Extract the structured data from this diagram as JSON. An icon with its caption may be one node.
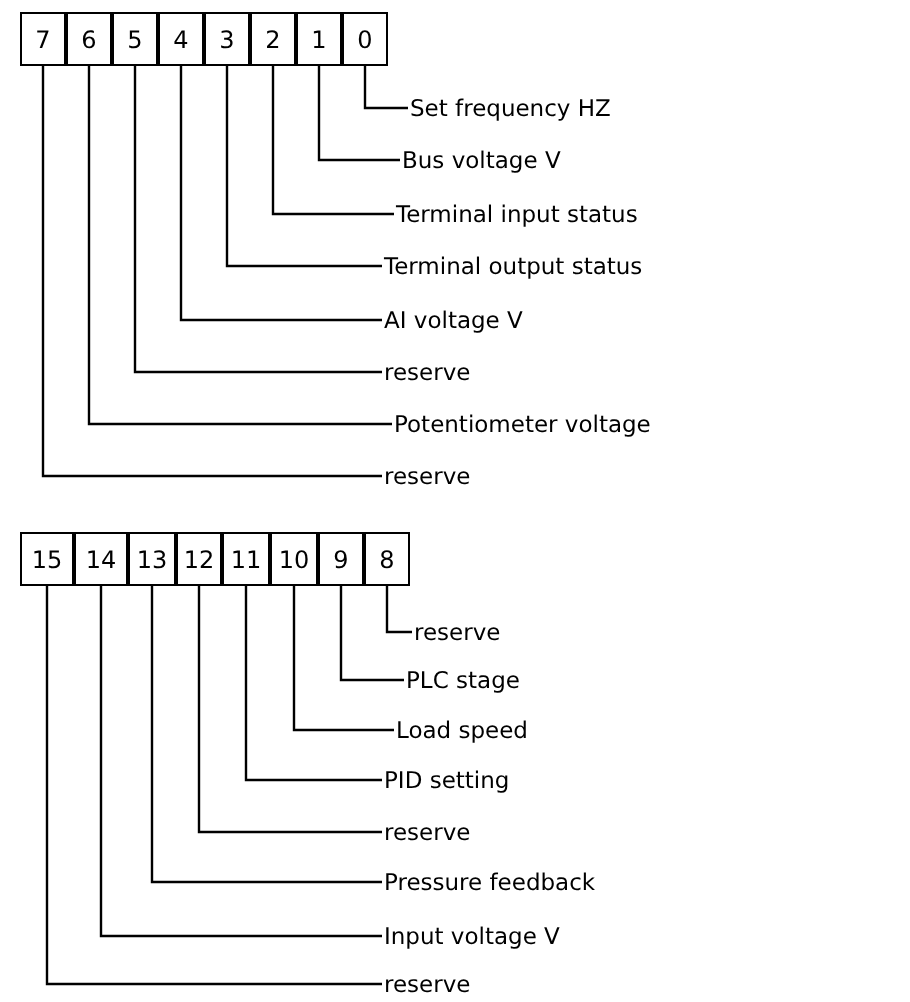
{
  "diagram": {
    "nodes": [
      {
        "text": [
          "7"
        ]
      },
      {
        "text": [
          "6"
        ]
      },
      {
        "text": [
          "5"
        ]
      },
      {
        "text": [
          "4"
        ]
      },
      {
        "text": [
          "3"
        ]
      },
      {
        "text": [
          "2"
        ]
      },
      {
        "text": [
          "1"
        ]
      },
      {
        "text": [
          "0"
        ]
      },
      {
        "text": [
          "Set frequency HZ"
        ]
      },
      {
        "text": [
          "Bus voltage V"
        ]
      },
      {
        "text": [
          "Terminal input status"
        ]
      },
      {
        "text": [
          "Terminal output status"
        ]
      },
      {
        "text": [
          "AI voltage V"
        ]
      },
      {
        "text": [
          "reserve"
        ]
      },
      {
        "text": [
          "Potentiometer voltage"
        ]
      },
      {
        "text": [
          "reserve"
        ]
      },
      {
        "text": [
          "15"
        ]
      },
      {
        "text": [
          "14"
        ]
      },
      {
        "text": [
          "13"
        ]
      },
      {
        "text": [
          "12"
        ]
      },
      {
        "text": [
          "11"
        ]
      },
      {
        "text": [
          "10"
        ]
      },
      {
        "text": [
          "9"
        ]
      },
      {
        "text": [
          "8"
        ]
      },
      {
        "text": [
          "reserve"
        ]
      },
      {
        "text": [
          "PLC stage"
        ]
      },
      {
        "text": [
          "Load speed"
        ]
      },
      {
        "text": [
          "PID setting"
        ]
      },
      {
        "text": [
          "reserve"
        ]
      },
      {
        "text": [
          "Pressure feedback"
        ]
      },
      {
        "text": [
          "Input voltage V"
        ]
      },
      {
        "text": [
          "reserve"
        ]
      }
    ],
    "edges": [
      {
        "from": 7,
        "to": 8,
        "arrow": "none"
      },
      {
        "from": 6,
        "to": 9,
        "arrow": "none"
      },
      {
        "from": 5,
        "to": 10,
        "arrow": "none"
      },
      {
        "from": 4,
        "to": 11,
        "arrow": "none"
      },
      {
        "from": 3,
        "to": 12,
        "arrow": "none"
      },
      {
        "from": 2,
        "to": 13,
        "arrow": "none"
      },
      {
        "from": 1,
        "to": 14,
        "arrow": "none"
      },
      {
        "from": 0,
        "to": 15,
        "arrow": "none"
      },
      {
        "from": 23,
        "to": 24,
        "arrow": "none"
      },
      {
        "from": 22,
        "to": 25,
        "arrow": "none"
      },
      {
        "from": 21,
        "to": 26,
        "arrow": "none"
      },
      {
        "from": 20,
        "to": 27,
        "arrow": "none"
      },
      {
        "from": 19,
        "to": 28,
        "arrow": "none"
      },
      {
        "from": 18,
        "to": 29,
        "arrow": "none"
      },
      {
        "from": 17,
        "to": 30,
        "arrow": "none"
      },
      {
        "from": 16,
        "to": 31,
        "arrow": "none"
      }
    ]
  }
}
